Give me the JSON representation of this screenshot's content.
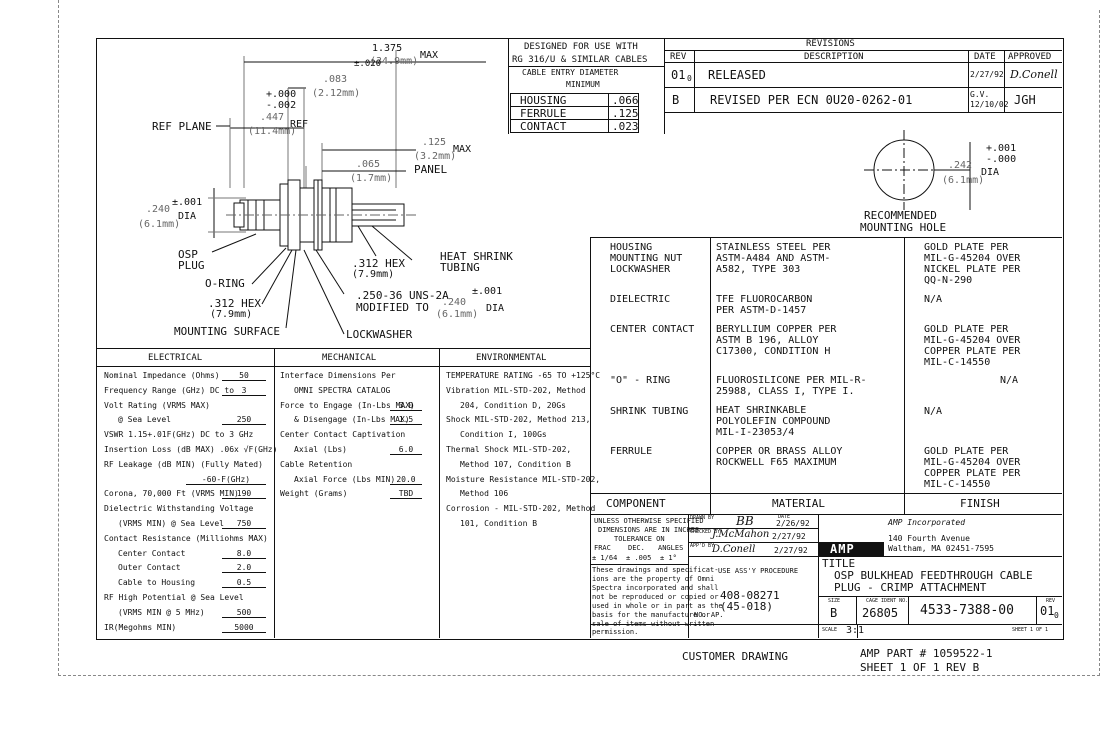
{
  "design_for": {
    "line1": "DESIGNED FOR USE WITH",
    "line2": "RG 316/U & SIMILAR CABLES",
    "line3": "CABLE ENTRY DIAMETER",
    "line4": "MINIMUM",
    "rows": [
      {
        "name": "HOUSING",
        "value": ".066"
      },
      {
        "name": "FERRULE",
        "value": ".125"
      },
      {
        "name": "CONTACT",
        "value": ".023"
      }
    ]
  },
  "revisions": {
    "title": "REVISIONS",
    "headers": {
      "rev": "REV",
      "description": "DESCRIPTION",
      "date": "DATE",
      "approved": "APPROVED"
    },
    "rows": [
      {
        "rev": "01",
        "rev_sub": "0",
        "description": "RELEASED",
        "date": "2/27/92",
        "approved": "D.Conell"
      },
      {
        "rev": "B",
        "rev_sub": "",
        "description": "REVISED PER ECN 0U20-0262-01",
        "date_top": "G.V.",
        "date": "12/10/02",
        "approved": "JGH"
      }
    ]
  },
  "drawing": {
    "max_len": "1.375",
    "max_len_mm": "(34.9mm)",
    "max_label": "MAX",
    "tol_020": "±.020",
    "dim_083": ".083",
    "dim_083_mm": "(2.12mm)",
    "tol_plus": "+.000",
    "tol_minus": "-.002",
    "dim_447": ".447",
    "dim_447_mm": "(11.4mm)",
    "ref_plane": "REF PLANE",
    "ref": "REF",
    "dim_125": ".125",
    "dim_125_mm": "(3.2mm)",
    "max2": "MAX",
    "dim_065": ".065",
    "dim_065_mm": "(1.7mm)",
    "panel": "PANEL",
    "tol_001": "±.001",
    "dim_240": ".240",
    "dim_240_mm": "(6.1mm)",
    "dia": "DIA",
    "osp_plug": "OSP",
    "osp_plug2": "PLUG",
    "o_ring": "O-RING",
    "hex312a": ".312 HEX",
    "hex312a_mm": "(7.9mm)",
    "heat_shrink": "HEAT SHRINK",
    "tubing": "TUBING",
    "hex312b": ".312 HEX",
    "hex312b_mm": "(7.9mm)",
    "thread": ".250-36 UNS-2A",
    "modified_to": "MODIFIED TO",
    "dim_240b": ".240",
    "dim_240b_tol": "±.001",
    "dim_240b_mm": "(6.1mm)",
    "dia2": "DIA",
    "mounting_surface": "MOUNTING SURFACE",
    "lockwasher": "LOCKWASHER"
  },
  "mounting_hole": {
    "tol_plus": "+.001",
    "tol_minus": "-.000",
    "dim": ".242",
    "dim_mm": "(6.1mm)",
    "dia": "DIA",
    "label1": "RECOMMENDED",
    "label2": "MOUNTING HOLE"
  },
  "materials": [
    {
      "component": [
        "HOUSING",
        "MOUNTING NUT",
        "LOCKWASHER"
      ],
      "material": [
        "STAINLESS STEEL PER",
        "ASTM-A484 AND ASTM-",
        "A582, TYPE 303"
      ],
      "finish": [
        "GOLD PLATE PER",
        "MIL-G-45204 OVER",
        "NICKEL PLATE PER",
        "QQ-N-290"
      ]
    },
    {
      "component": [
        "DIELECTRIC"
      ],
      "material": [
        "TFE FLUOROCARBON",
        "PER ASTM-D-1457"
      ],
      "finish": [
        "N/A"
      ]
    },
    {
      "component": [
        "CENTER CONTACT"
      ],
      "material": [
        "BERYLLIUM COPPER PER",
        "ASTM B 196, ALLOY",
        "C17300, CONDITION H"
      ],
      "finish": [
        "GOLD PLATE PER",
        "MIL-G-45204 OVER",
        "COPPER PLATE PER",
        "MIL-C-14550"
      ]
    },
    {
      "component": [
        "\"O\" - RING"
      ],
      "material": [
        "FLUOROSILICONE PER MIL-R-",
        "25988, CLASS I, TYPE I."
      ],
      "finish": [
        "N/A"
      ]
    },
    {
      "component": [
        "SHRINK TUBING"
      ],
      "material": [
        "HEAT SHRINKABLE",
        "POLYOLEFIN COMPOUND",
        "MIL-I-23053/4"
      ],
      "finish": [
        "N/A"
      ]
    },
    {
      "component": [
        "FERRULE"
      ],
      "material": [
        "COPPER OR BRASS ALLOY",
        "ROCKWELL F65 MAXIMUM"
      ],
      "finish": [
        "GOLD PLATE PER",
        "MIL-G-45204 OVER",
        "COPPER PLATE PER",
        "MIL-C-14550"
      ]
    }
  ],
  "materials_headers": {
    "component": "COMPONENT",
    "material": "MATERIAL",
    "finish": "FINISH"
  },
  "specs": {
    "electrical_title": "ELECTRICAL",
    "mechanical_title": "MECHANICAL",
    "environmental_title": "ENVIRONMENTAL",
    "electrical": [
      {
        "label": "Nominal Impedance (Ohms)",
        "value": "50"
      },
      {
        "label": "Frequency Range (GHz) DC to",
        "value": "3"
      },
      {
        "label": "Volt Rating (VRMS MAX)",
        "value": ""
      },
      {
        "label": "@ Sea Level",
        "value": "250"
      },
      {
        "label": "VSWR 1.15+.01F(GHz) DC to 3 GHz",
        "value": ""
      },
      {
        "label": "Insertion Loss (dB MAX) .06x √F(GHz)",
        "value": ""
      },
      {
        "label": "RF Leakage (dB MIN) (Fully Mated)",
        "value": ""
      },
      {
        "label": "",
        "value": "-60-F(GHz)"
      },
      {
        "label": "Corona, 70,000 Ft (VRMS MIN)",
        "value": "190"
      },
      {
        "label": "Dielectric Withstanding Voltage",
        "value": ""
      },
      {
        "label": "(VRMS MIN) @ Sea Level",
        "value": "750"
      },
      {
        "label": "Contact Resistance (Milliohms MAX)",
        "value": ""
      },
      {
        "label": "Center Contact",
        "value": "8.0"
      },
      {
        "label": "Outer Contact",
        "value": "2.0"
      },
      {
        "label": "Cable to Housing",
        "value": "0.5"
      },
      {
        "label": "RF High Potential @ Sea Level",
        "value": ""
      },
      {
        "label": "(VRMS MIN @ 5 MHz)",
        "value": "500"
      },
      {
        "label": "IR(Megohms MIN)",
        "value": "5000"
      }
    ],
    "mechanical": [
      {
        "label": "Interface Dimensions Per",
        "value": ""
      },
      {
        "label": "OMNI SPECTRA CATALOG",
        "value": ""
      },
      {
        "label": "Force to Engage (In-Lbs MAX)",
        "value": "3.0"
      },
      {
        "label": "& Disengage (In-Lbs MAX)",
        "value": "1.5"
      },
      {
        "label": "Center Contact Captivation",
        "value": ""
      },
      {
        "label": "Axial (Lbs)",
        "value": "6.0"
      },
      {
        "label": "Cable Retention",
        "value": ""
      },
      {
        "label": "Axial Force (Lbs MIN)",
        "value": "20.0"
      },
      {
        "label": "Weight (Grams)",
        "value": "TBD"
      }
    ],
    "environmental": [
      "TEMPERATURE RATING -65 TO +125°C",
      "Vibration MIL-STD-202, Method",
      "204, Condition D, 20Gs",
      "Shock MIL-STD-202, Method 213,",
      "Condition I, 100Gs",
      "Thermal Shock MIL-STD-202,",
      "Method 107, Condition B",
      "Moisture Resistance MIL-STD-202,",
      "Method 106",
      "Corrosion - MIL-STD-202, Method",
      "101, Condition B"
    ]
  },
  "title_block": {
    "notes_1": "UNLESS OTHERWISE SPECIFIED",
    "notes_2": "DIMENSIONS ARE IN INCHES",
    "notes_3": "TOLERANCE ON",
    "frac": "FRAC",
    "dec": "DEC.",
    "angles": "ANGLES",
    "frac_v": "± 1/64",
    "dec_v": "± .005",
    "ang_v": "± 1°",
    "legal": [
      "These drawings and specificat-",
      "ions are the property of Omni",
      "Spectra incorporated and shall",
      "not be reproduced or copied or",
      "used in whole or in part as the",
      "basis for the manufacture or",
      "sale of items without written",
      "permission."
    ],
    "drawn_by_label": "DRAWN BY",
    "drawn_by": "BB",
    "drawn_date_label": "DATE",
    "drawn_date": "2/26/92",
    "checked_label": "CHECKED BY",
    "checked": "J.McMahon",
    "checked_date": "2/27/92",
    "appd_label": "APP'D BY",
    "appd": "D.Conell",
    "appd_date": "2/27/92",
    "logo": "AMP",
    "company": "AMP Incorporated",
    "address1": "140 Fourth Avenue",
    "address2": "Waltham, MA 02451-7595",
    "use_assy": "USE ASS'Y PROCEDURE",
    "proc1": "408-08271",
    "proc2": "(45-018)",
    "no_ap": "NO. AP.",
    "title_label": "TITLE",
    "title1": "OSP BULKHEAD FEEDTHROUGH CABLE",
    "title2": "PLUG - CRIMP ATTACHMENT",
    "size_label": "SIZE",
    "size": "B",
    "cage_label": "CAGE IDENT NO.",
    "cage": "26805",
    "dwg_no": "4533-7388-00",
    "rev_label": "REV",
    "rev": "01",
    "rev_sub": "0",
    "scale_label": "SCALE",
    "scale": "3:1",
    "sheet_label": "SHEET",
    "sheet": "1 OF 1"
  },
  "footer": {
    "customer": "CUSTOMER DRAWING",
    "amp_part": "AMP PART # 1059522-1",
    "sheet": "SHEET 1 OF 1  REV B"
  }
}
